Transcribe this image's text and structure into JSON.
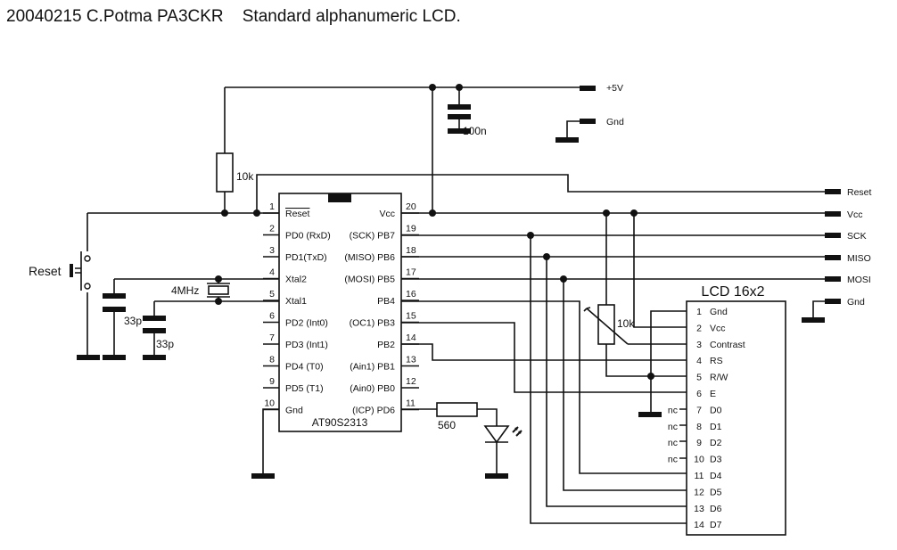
{
  "title": "20040215 C.Potma PA3CKR    Standard alphanumeric LCD.",
  "power": {
    "plus5v_label": "+5V",
    "gnd_label": "Gnd",
    "decoupling_cap": "100n"
  },
  "reset_pullup": "10k",
  "reset_switch_label": "Reset",
  "crystal": {
    "label": "4MHz",
    "cap1": "33p",
    "cap2": "33p"
  },
  "mcu": {
    "name": "AT90S2313",
    "left_pins": [
      {
        "num": "1",
        "name": "Reset",
        "overline": true
      },
      {
        "num": "2",
        "name": "PD0 (RxD)"
      },
      {
        "num": "3",
        "name": "PD1(TxD)"
      },
      {
        "num": "4",
        "name": "Xtal2"
      },
      {
        "num": "5",
        "name": "Xtal1"
      },
      {
        "num": "6",
        "name": "PD2 (Int0)"
      },
      {
        "num": "7",
        "name": "PD3 (Int1)"
      },
      {
        "num": "8",
        "name": "PD4 (T0)"
      },
      {
        "num": "9",
        "name": "PD5 (T1)"
      },
      {
        "num": "10",
        "name": "Gnd"
      }
    ],
    "right_pins": [
      {
        "num": "20",
        "name": "Vcc"
      },
      {
        "num": "19",
        "name": "(SCK) PB7"
      },
      {
        "num": "18",
        "name": "(MISO) PB6"
      },
      {
        "num": "17",
        "name": "(MOSI) PB5"
      },
      {
        "num": "16",
        "name": "PB4"
      },
      {
        "num": "15",
        "name": "(OC1) PB3"
      },
      {
        "num": "14",
        "name": "PB2"
      },
      {
        "num": "13",
        "name": "(Ain1) PB1"
      },
      {
        "num": "12",
        "name": "(Ain0) PB0"
      },
      {
        "num": "11",
        "name": "(ICP) PD6"
      }
    ]
  },
  "led_resistor": "560",
  "contrast_pot": "10k",
  "isp_connector": [
    "Reset",
    "Vcc",
    "SCK",
    "MISO",
    "MOSI",
    "Gnd"
  ],
  "lcd": {
    "title": "LCD 16x2",
    "pins": [
      {
        "num": "1",
        "name": "Gnd",
        "nc": false
      },
      {
        "num": "2",
        "name": "Vcc",
        "nc": false
      },
      {
        "num": "3",
        "name": "Contrast",
        "nc": false
      },
      {
        "num": "4",
        "name": "RS",
        "nc": false
      },
      {
        "num": "5",
        "name": "R/W",
        "nc": false
      },
      {
        "num": "6",
        "name": "E",
        "nc": false
      },
      {
        "num": "7",
        "name": "D0",
        "nc": true
      },
      {
        "num": "8",
        "name": "D1",
        "nc": true
      },
      {
        "num": "9",
        "name": "D2",
        "nc": true
      },
      {
        "num": "10",
        "name": "D3",
        "nc": true
      },
      {
        "num": "11",
        "name": "D4",
        "nc": false
      },
      {
        "num": "12",
        "name": "D5",
        "nc": false
      },
      {
        "num": "13",
        "name": "D6",
        "nc": false
      },
      {
        "num": "14",
        "name": "D7",
        "nc": false
      }
    ],
    "nc_label": "nc"
  }
}
